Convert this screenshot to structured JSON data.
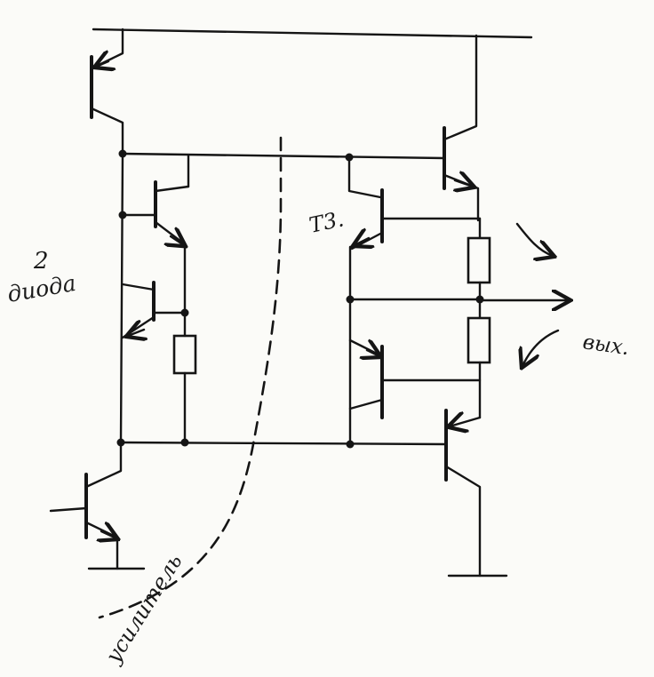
{
  "labels": {
    "diodes_count": "2",
    "diodes": "диода",
    "transistor": "T3.",
    "output": "вых.",
    "amplifier": "усилитель"
  }
}
